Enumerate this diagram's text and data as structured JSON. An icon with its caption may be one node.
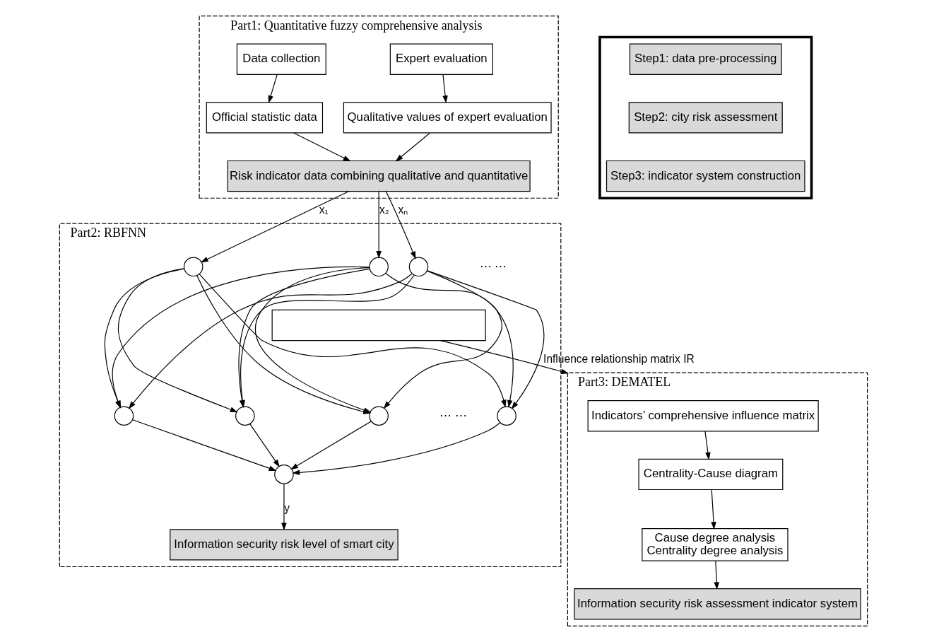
{
  "diagram": {
    "nodes": [
      {
        "text": [
          "Part1: Quantitative fuzzy comprehensive analysis"
        ]
      },
      {
        "text": [
          "Expert evaluation"
        ],
        "in": 0
      },
      {
        "text": [
          "Data collection"
        ],
        "in": 0
      },
      {
        "text": [
          "Qualitative values of expert evaluation"
        ],
        "in": 0
      },
      {
        "text": [
          "Official statistic data"
        ],
        "in": 0
      },
      {
        "text": [
          "Risk indicator data combining qualitative and quantitative"
        ],
        "in": 0
      },
      {
        "text": [
          "Part2: RBFNN"
        ]
      },
      {
        "text": [],
        "shape": "circle",
        "in": 6
      },
      {
        "text": [],
        "shape": "circle",
        "in": 6
      },
      {
        "text": [],
        "shape": "circle",
        "in": 6
      },
      {
        "text": [],
        "shape": "box",
        "in": 6
      },
      {
        "text": [],
        "shape": "circle",
        "in": 6
      },
      {
        "text": [],
        "shape": "circle",
        "in": 6
      },
      {
        "text": [],
        "shape": "circle",
        "in": 6
      },
      {
        "text": [],
        "shape": "circle",
        "in": 6
      },
      {
        "text": [],
        "shape": "circle",
        "in": 6
      },
      {
        "text": [
          "Information security risk level of smart city"
        ],
        "in": 6
      },
      {
        "text": [],
        "shape": "box"
      },
      {
        "text": [
          "Step1: data pre-processing"
        ],
        "in": 17
      },
      {
        "text": [
          "Step2: city risk assessment"
        ],
        "in": 17
      },
      {
        "text": [
          "Step3: indicator system construction"
        ],
        "in": 17
      },
      {
        "text": [
          "Part3: DEMATEL"
        ]
      },
      {
        "text": [
          "Indicators’ comprehensive influence matrix"
        ],
        "in": 21
      },
      {
        "text": [
          "Centrality-Cause diagram"
        ],
        "in": 21
      },
      {
        "text": [
          "Cause degree analysis",
          "Centrality degree analysis"
        ],
        "in": 21
      },
      {
        "text": [
          "Information security risk assessment indicator system"
        ],
        "in": 21
      }
    ],
    "edges": [
      {
        "from": 1,
        "to": 3,
        "arrow": "to"
      },
      {
        "from": 2,
        "to": 4,
        "arrow": "to"
      },
      {
        "from": 3,
        "to": 5,
        "arrow": "to"
      },
      {
        "from": 4,
        "to": 5,
        "arrow": "to"
      },
      {
        "from": 5,
        "to": 7,
        "arrow": "to",
        "label": "x₁"
      },
      {
        "from": 5,
        "to": 8,
        "arrow": "to",
        "label": "x₂"
      },
      {
        "from": 5,
        "to": 9,
        "arrow": "to",
        "label": "xₙ"
      },
      {
        "from": 7,
        "to": 11,
        "arrow": "to"
      },
      {
        "from": 7,
        "to": 12,
        "arrow": "to"
      },
      {
        "from": 7,
        "to": 13,
        "arrow": "to"
      },
      {
        "from": 7,
        "to": 14,
        "arrow": "to"
      },
      {
        "from": 8,
        "to": 11,
        "arrow": "to"
      },
      {
        "from": 8,
        "to": 12,
        "arrow": "to"
      },
      {
        "from": 8,
        "to": 13,
        "arrow": "to"
      },
      {
        "from": 8,
        "to": 14,
        "arrow": "to"
      },
      {
        "from": 9,
        "to": 11,
        "arrow": "to"
      },
      {
        "from": 9,
        "to": 12,
        "arrow": "to"
      },
      {
        "from": 9,
        "to": 13,
        "arrow": "to"
      },
      {
        "from": 9,
        "to": 14,
        "arrow": "to"
      },
      {
        "from": 11,
        "to": 15,
        "arrow": "to"
      },
      {
        "from": 12,
        "to": 15,
        "arrow": "to"
      },
      {
        "from": 13,
        "to": 15,
        "arrow": "to"
      },
      {
        "from": 14,
        "to": 15,
        "arrow": "to"
      },
      {
        "from": 15,
        "to": 16,
        "arrow": "to",
        "label": "y"
      },
      {
        "from": 10,
        "to": 21,
        "arrow": "to",
        "label": "Influence relationship matrix IR"
      },
      {
        "from": 22,
        "to": 23,
        "arrow": "to"
      },
      {
        "from": 23,
        "to": 24,
        "arrow": "to"
      },
      {
        "from": 24,
        "to": 25,
        "arrow": "to"
      }
    ],
    "labels": [
      "⋯ ⋯",
      "⋯ ⋯"
    ]
  }
}
